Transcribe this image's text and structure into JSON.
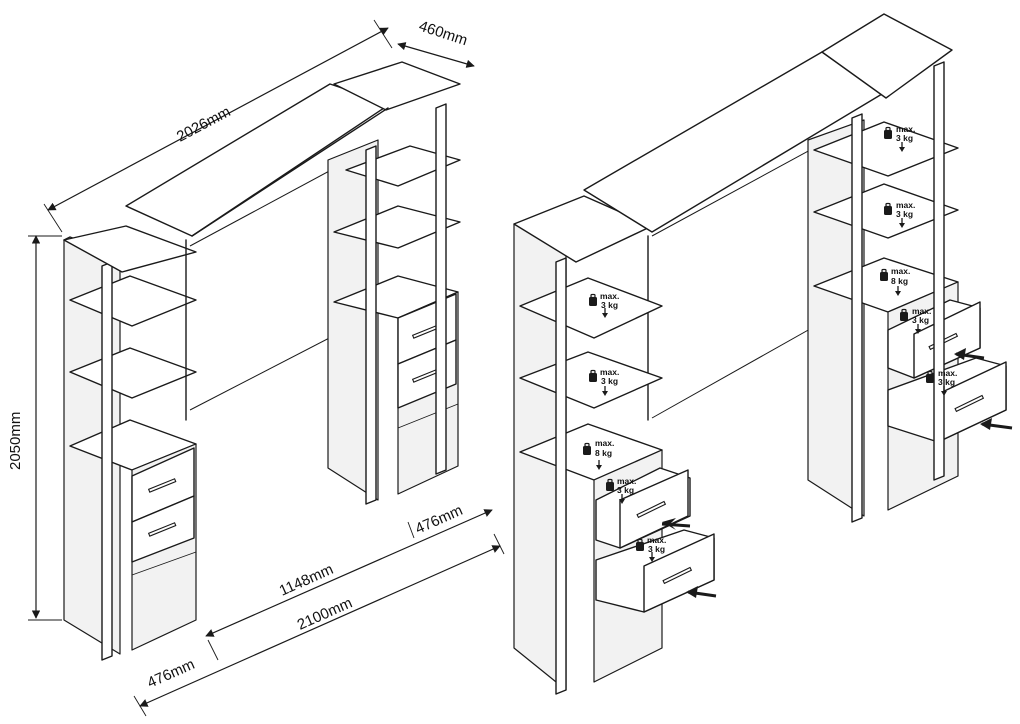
{
  "dimensions": {
    "width": "2026mm",
    "depth": "460mm",
    "height": "2050mm",
    "inner_width": "1148mm",
    "total_width": "2100mm",
    "left_unit": "476mm",
    "right_unit": "476mm"
  },
  "weight_label": {
    "max": "max.",
    "shelf_load": "3 kg",
    "drawer_load": "3 kg",
    "bottom_load": "8 kg"
  },
  "icons": [
    "weight-icon",
    "down-arrow-icon",
    "push-arrow-icon",
    "drawer-handle-icon"
  ]
}
